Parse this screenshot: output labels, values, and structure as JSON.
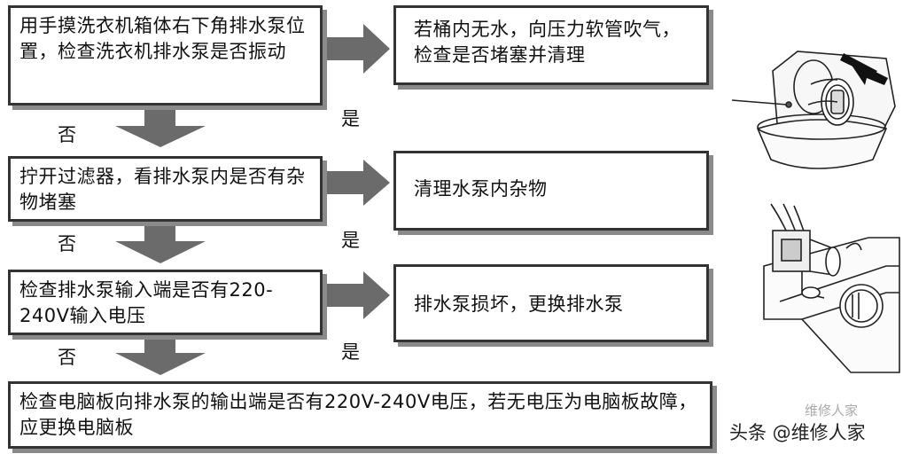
{
  "steps": [
    {
      "question": "用手摸洗衣机箱体右下角排水泵位置，检查洗衣机排水泵是否振动",
      "yes_action": "若桶内无水，向压力软管吹气，检查是否堵塞并清理"
    },
    {
      "question": "拧开过滤器，看排水泵内是否有杂物堵塞",
      "yes_action": "清理水泵内杂物"
    },
    {
      "question": "检查排水泵输入端是否有220-240V输入电压",
      "yes_action": "排水泵损坏，更换排水泵"
    }
  ],
  "final_step": "检查电脑板向排水泵的输出端是否有220V-240V电压，若无电压为电脑板故障，应更换电脑板",
  "labels": {
    "yes": "是",
    "no": "否"
  },
  "watermark": {
    "faint": "维修人家",
    "main": "头条 @维修人家"
  },
  "colors": {
    "arrow": "#6b6b6b",
    "box_border": "#333333",
    "shadow": "#8a8a8a"
  }
}
